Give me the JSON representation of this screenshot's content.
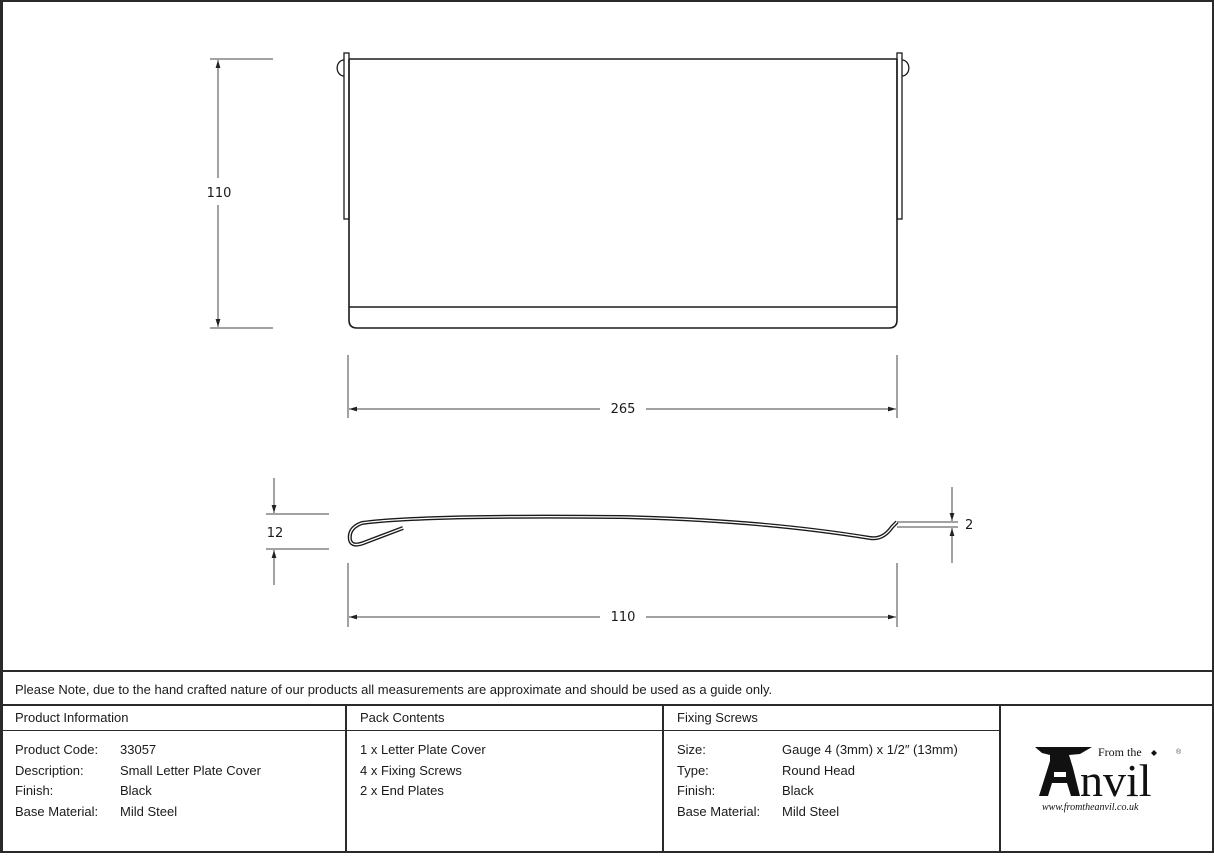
{
  "drawing": {
    "front_view": {
      "height_dim": "110",
      "width_dim": "265"
    },
    "side_view": {
      "thickness_dim": "12",
      "tip_dim": "2",
      "depth_dim": "110"
    }
  },
  "note": "Please Note, due to the hand crafted nature of our products all measurements are approximate and should be used as a guide only.",
  "product_info": {
    "heading": "Product Information",
    "rows": [
      {
        "label": "Product Code:",
        "value": "33057"
      },
      {
        "label": "Description:",
        "value": "Small Letter Plate Cover"
      },
      {
        "label": "Finish:",
        "value": "Black"
      },
      {
        "label": "Base Material:",
        "value": "Mild Steel"
      }
    ]
  },
  "pack_contents": {
    "heading": "Pack Contents",
    "items": [
      "1 x Letter Plate Cover",
      "4 x Fixing Screws",
      "2 x End Plates"
    ]
  },
  "fixing_screws": {
    "heading": "Fixing Screws",
    "rows": [
      {
        "label": "Size:",
        "value": "Gauge 4 (3mm) x 1/2″ (13mm)"
      },
      {
        "label": "Type:",
        "value": "Round Head"
      },
      {
        "label": "Finish:",
        "value": "Black"
      },
      {
        "label": "Base Material:",
        "value": "Mild Steel"
      }
    ]
  },
  "logo": {
    "from_the": "From the",
    "brand": "Anvil",
    "brand_rest": "nvil",
    "registered": "®",
    "url": "www.fromtheanvil.co.uk"
  }
}
